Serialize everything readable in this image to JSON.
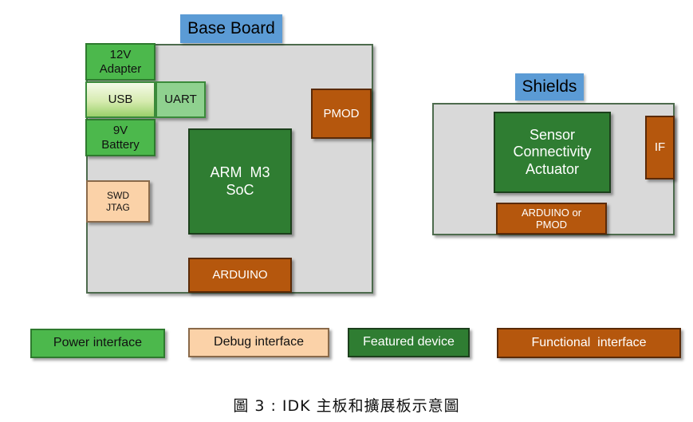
{
  "base_board": {
    "title": "Base Board",
    "adapter_line1": "12V",
    "adapter_line2": "Adapter",
    "usb": "USB",
    "uart": "UART",
    "battery_line1": "9V",
    "battery_line2": "Battery",
    "debug_line1": "SWD",
    "debug_line2": "JTAG",
    "soc_line1": "ARM M3",
    "soc_line2": "SoC",
    "pmod": "PMOD",
    "arduino": "ARDUINO"
  },
  "shields": {
    "title": "Shields",
    "device_line1": "Sensor",
    "device_line2": "Connectivity",
    "device_line3": "Actuator",
    "if": "IF",
    "connector_line1": "ARDUINO or",
    "connector_line2": "PMOD"
  },
  "legend": {
    "power": "Power interface",
    "debug": "Debug interface",
    "featured": "Featured device",
    "functional": "Functional  interface"
  },
  "caption": "圖 3 : IDK 主板和擴展板示意圖",
  "colors": {
    "power": "#4cb84c",
    "debug": "#fbd2a8",
    "featured": "#2f7d32",
    "functional": "#b5570d",
    "board": "#d9d9d9",
    "title_tab": "#5b9bd5"
  }
}
